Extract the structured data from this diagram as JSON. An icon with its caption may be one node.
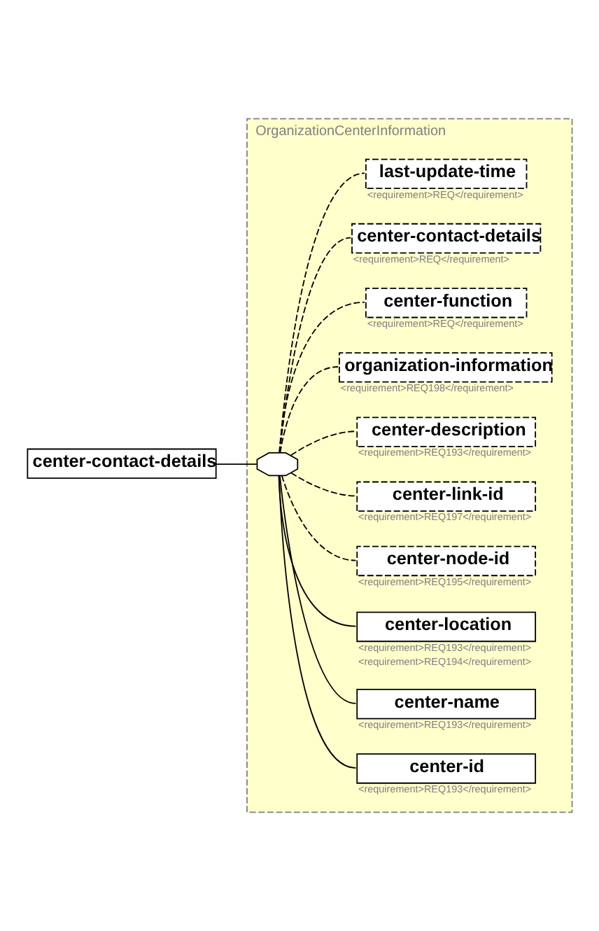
{
  "diagram": {
    "nodes": [
      {
        "text": [
          "center-contact-details"
        ]
      },
      {
        "text": [
          "OrganizationCenterInformation"
        ]
      },
      {
        "text": [],
        "shape": "octagon",
        "in": 1
      },
      {
        "text": [
          "center-id"
        ],
        "in": 1,
        "beside": [
          "<requirement>REQ193</requirement>"
        ]
      },
      {
        "text": [
          "center-name"
        ],
        "in": 1,
        "beside": [
          "<requirement>REQ193</requirement>"
        ]
      },
      {
        "text": [
          "center-location"
        ],
        "in": 1,
        "beside": [
          "<requirement>REQ193</requirement>",
          "<requirement>REQ194</requirement>"
        ]
      },
      {
        "text": [
          "center-node-id"
        ],
        "in": 1,
        "beside": [
          "<requirement>REQ195</requirement>"
        ]
      },
      {
        "text": [
          "center-link-id"
        ],
        "in": 1,
        "beside": [
          "<requirement>REQ197</requirement>"
        ]
      },
      {
        "text": [
          "center-description"
        ],
        "in": 1,
        "beside": [
          "<requirement>REQ193</requirement>"
        ]
      },
      {
        "text": [
          "organization-information"
        ],
        "in": 1,
        "beside": [
          "<requirement>REQ198</requirement>"
        ]
      },
      {
        "text": [
          "center-function"
        ],
        "in": 1,
        "beside": [
          "<requirement>REQ</requirement>"
        ]
      },
      {
        "text": [
          "center-contact-details"
        ],
        "in": 1,
        "beside": [
          "<requirement>REQ</requirement>"
        ]
      },
      {
        "text": [
          "last-update-time"
        ],
        "in": 1,
        "beside": [
          "<requirement>REQ</requirement>"
        ]
      }
    ],
    "edges": [
      {
        "from": 0,
        "to": 2,
        "arrow": "none"
      },
      {
        "from": 2,
        "to": 3,
        "arrow": "none"
      },
      {
        "from": 2,
        "to": 4,
        "arrow": "none"
      },
      {
        "from": 2,
        "to": 5,
        "arrow": "none"
      },
      {
        "from": 2,
        "to": 6,
        "arrow": "none",
        "style": "dashed"
      },
      {
        "from": 2,
        "to": 7,
        "arrow": "none",
        "style": "dashed"
      },
      {
        "from": 2,
        "to": 8,
        "arrow": "none",
        "style": "dashed"
      },
      {
        "from": 2,
        "to": 9,
        "arrow": "none",
        "style": "dashed"
      },
      {
        "from": 2,
        "to": 10,
        "arrow": "none",
        "style": "dashed"
      },
      {
        "from": 2,
        "to": 11,
        "arrow": "none",
        "style": "dashed"
      },
      {
        "from": 2,
        "to": 12,
        "arrow": "none",
        "style": "dashed"
      }
    ]
  }
}
